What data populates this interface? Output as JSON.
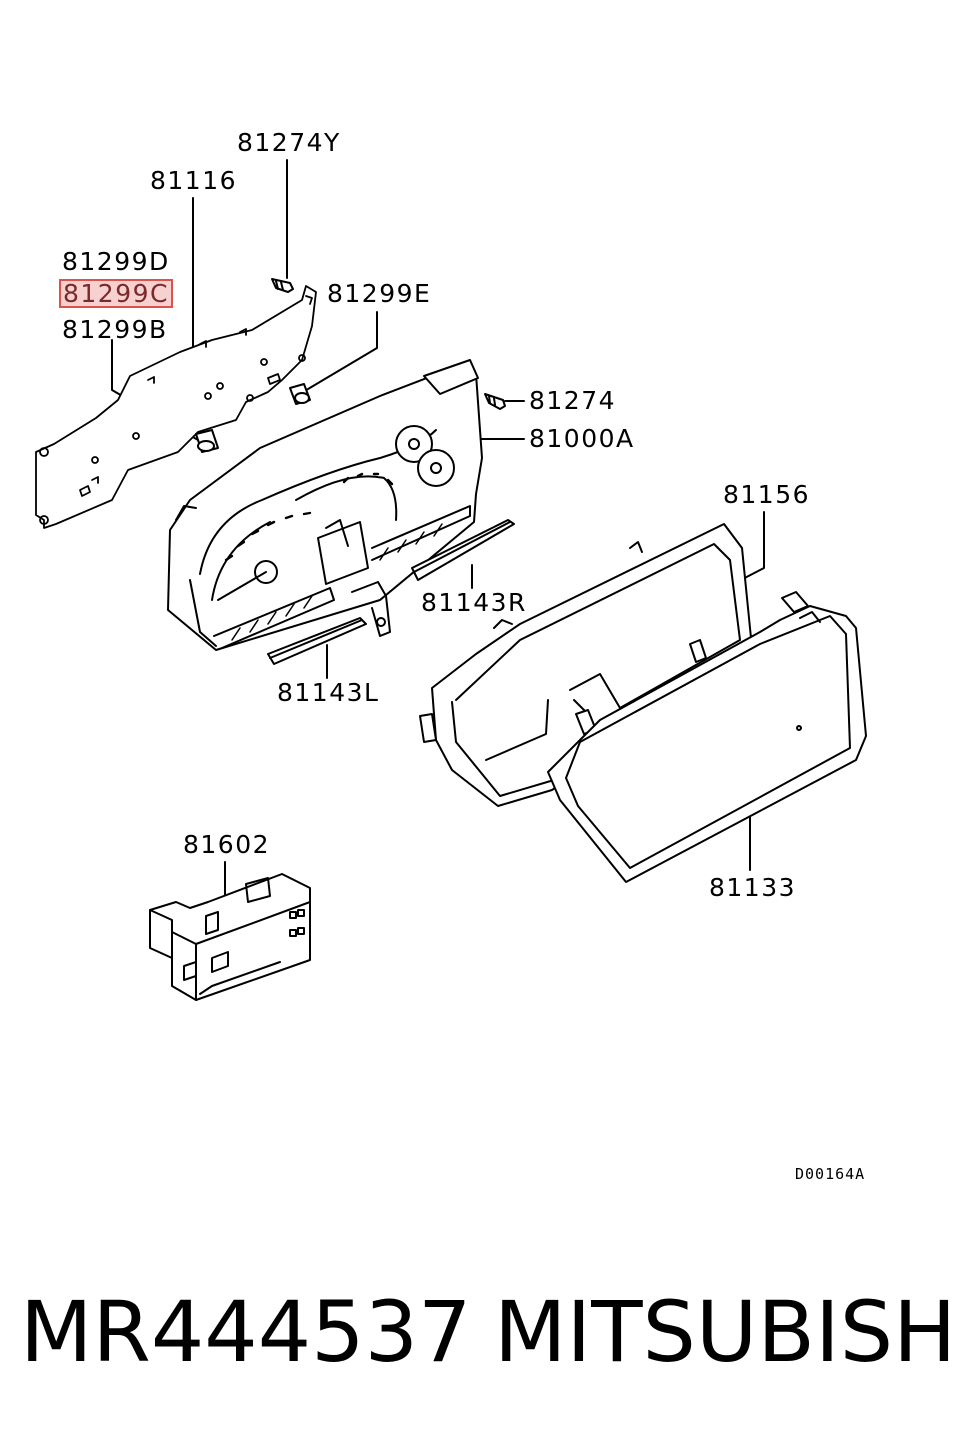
{
  "callouts": {
    "c81274Y": "81274Y",
    "c81116": "81116",
    "c81299D": "81299D",
    "c81299C": "81299C",
    "c81299B": "81299B",
    "c81299E": "81299E",
    "c81274": "81274",
    "c81000A": "81000A",
    "c81156": "81156",
    "c81143R": "81143R",
    "c81143L": "81143L",
    "c81602": "81602",
    "c81133": "81133"
  },
  "diagram_code": "D00164A",
  "footer": {
    "part_number": "MR444537",
    "brand": "MITSUBISHI"
  },
  "highlight_color": "#d9534f"
}
